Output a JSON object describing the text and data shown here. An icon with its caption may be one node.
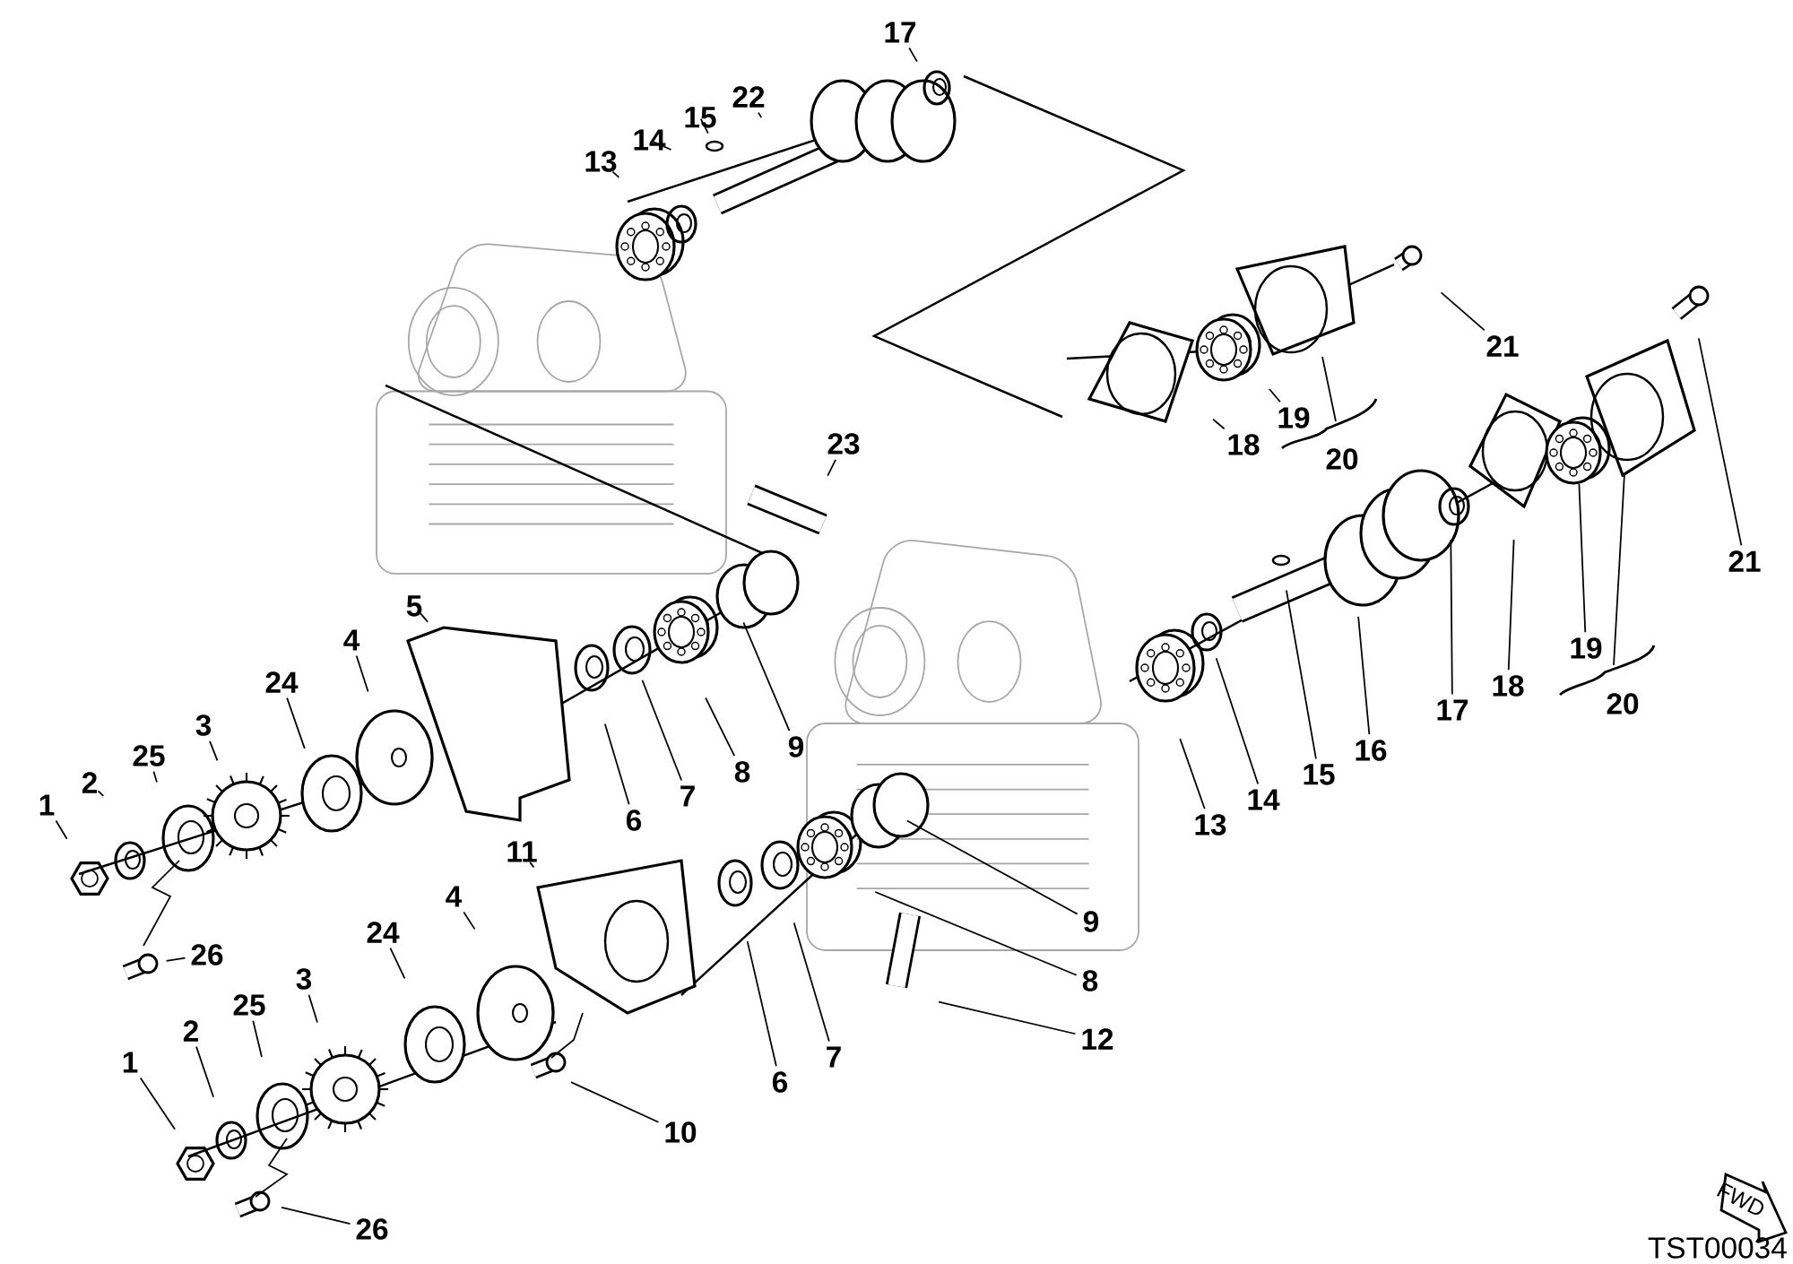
{
  "diagram": {
    "nodes": [
      {
        "text": [
          "17"
        ]
      },
      {
        "text": [
          "22"
        ]
      },
      {
        "text": [
          "15"
        ]
      },
      {
        "text": [
          "14"
        ]
      },
      {
        "text": [
          "13"
        ]
      },
      {
        "text": [
          "21"
        ]
      },
      {
        "text": [
          "19"
        ]
      },
      {
        "text": [
          "18"
        ]
      },
      {
        "text": [
          "20"
        ]
      },
      {
        "text": [
          "23"
        ]
      },
      {
        "text": [
          "21"
        ]
      },
      {
        "text": [
          "5"
        ]
      },
      {
        "text": [
          "4"
        ]
      },
      {
        "text": [
          "24"
        ]
      },
      {
        "text": [
          "3"
        ]
      },
      {
        "text": [
          "25"
        ]
      },
      {
        "text": [
          "2"
        ]
      },
      {
        "text": [
          "1"
        ]
      },
      {
        "text": [
          "9"
        ]
      },
      {
        "text": [
          "8"
        ]
      },
      {
        "text": [
          "7"
        ]
      },
      {
        "text": [
          "6"
        ]
      },
      {
        "text": [
          "16"
        ]
      },
      {
        "text": [
          "17"
        ]
      },
      {
        "text": [
          "18"
        ]
      },
      {
        "text": [
          "19"
        ]
      },
      {
        "text": [
          "20"
        ]
      },
      {
        "text": [
          "15"
        ]
      },
      {
        "text": [
          "14"
        ]
      },
      {
        "text": [
          "13"
        ]
      },
      {
        "text": [
          "11"
        ]
      },
      {
        "text": [
          "9"
        ]
      },
      {
        "text": [
          "26"
        ]
      },
      {
        "text": [
          "4"
        ]
      },
      {
        "text": [
          "24"
        ]
      },
      {
        "text": [
          "3"
        ]
      },
      {
        "text": [
          "25"
        ]
      },
      {
        "text": [
          "2"
        ]
      },
      {
        "text": [
          "1"
        ]
      },
      {
        "text": [
          "8"
        ]
      },
      {
        "text": [
          "12"
        ]
      },
      {
        "text": [
          "7"
        ]
      },
      {
        "text": [
          "6"
        ]
      },
      {
        "text": [
          "10"
        ]
      },
      {
        "text": [
          "26"
        ]
      }
    ],
    "edges": [
      {
        "from": 0,
        "to": null,
        "arrow": "none"
      },
      {
        "from": 1,
        "to": null,
        "arrow": "none"
      },
      {
        "from": 2,
        "to": null,
        "arrow": "none"
      },
      {
        "from": 3,
        "to": null,
        "arrow": "none"
      },
      {
        "from": 4,
        "to": null,
        "arrow": "none"
      },
      {
        "from": 5,
        "to": null,
        "arrow": "none"
      },
      {
        "from": 6,
        "to": null,
        "arrow": "none"
      },
      {
        "from": 7,
        "to": null,
        "arrow": "none"
      },
      {
        "from": 9,
        "to": null,
        "arrow": "none"
      },
      {
        "from": 10,
        "to": null,
        "arrow": "none"
      },
      {
        "from": 11,
        "to": null,
        "arrow": "none"
      },
      {
        "from": 12,
        "to": null,
        "arrow": "none"
      },
      {
        "from": 13,
        "to": null,
        "arrow": "none"
      },
      {
        "from": 14,
        "to": null,
        "arrow": "none"
      },
      {
        "from": 15,
        "to": null,
        "arrow": "none"
      },
      {
        "from": 16,
        "to": null,
        "arrow": "none"
      },
      {
        "from": 17,
        "to": null,
        "arrow": "none"
      },
      {
        "from": 18,
        "to": null,
        "arrow": "none"
      },
      {
        "from": 19,
        "to": null,
        "arrow": "none"
      },
      {
        "from": 20,
        "to": null,
        "arrow": "none"
      },
      {
        "from": 21,
        "to": null,
        "arrow": "none"
      },
      {
        "from": 22,
        "to": null,
        "arrow": "none"
      },
      {
        "from": 23,
        "to": null,
        "arrow": "none"
      },
      {
        "from": 24,
        "to": null,
        "arrow": "none"
      },
      {
        "from": 25,
        "to": null,
        "arrow": "none"
      },
      {
        "from": 27,
        "to": null,
        "arrow": "none"
      },
      {
        "from": 28,
        "to": null,
        "arrow": "none"
      },
      {
        "from": 29,
        "to": null,
        "arrow": "none"
      },
      {
        "from": 30,
        "to": null,
        "arrow": "none"
      },
      {
        "from": 31,
        "to": null,
        "arrow": "none"
      },
      {
        "from": 32,
        "to": null,
        "arrow": "none"
      },
      {
        "from": 33,
        "to": null,
        "arrow": "none"
      },
      {
        "from": 34,
        "to": null,
        "arrow": "none"
      },
      {
        "from": 35,
        "to": null,
        "arrow": "none"
      },
      {
        "from": 36,
        "to": null,
        "arrow": "none"
      },
      {
        "from": 37,
        "to": null,
        "arrow": "none"
      },
      {
        "from": 38,
        "to": null,
        "arrow": "none"
      },
      {
        "from": 39,
        "to": null,
        "arrow": "none"
      },
      {
        "from": 40,
        "to": null,
        "arrow": "none"
      },
      {
        "from": 41,
        "to": null,
        "arrow": "none"
      },
      {
        "from": 42,
        "to": null,
        "arrow": "none"
      },
      {
        "from": 43,
        "to": null,
        "arrow": "none"
      },
      {
        "from": 44,
        "to": null,
        "arrow": "none"
      }
    ],
    "labels": [
      "FWD",
      "TST00034"
    ]
  }
}
